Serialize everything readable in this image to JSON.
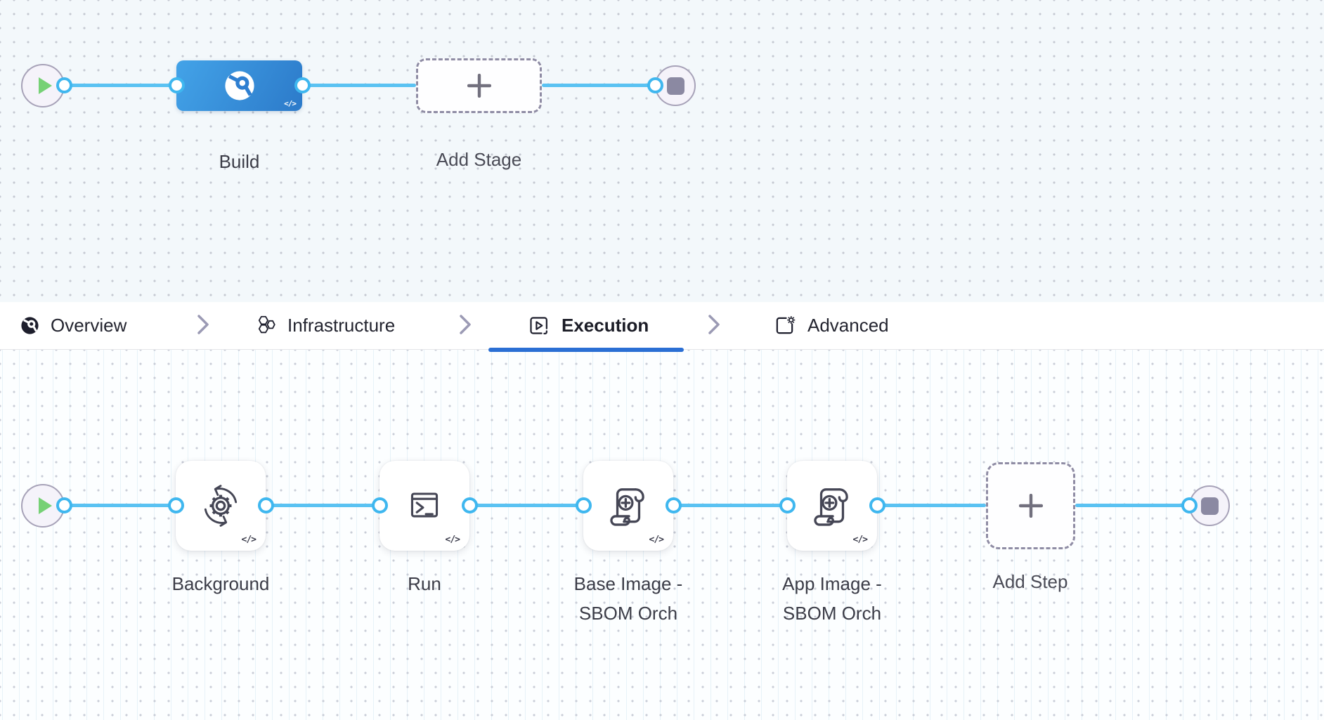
{
  "stage_pipeline": {
    "nodes": [
      {
        "id": "build",
        "label": "Build",
        "icon": "ci-build-icon",
        "code_badge": "</>"
      },
      {
        "id": "add-stage",
        "label": "Add Stage",
        "icon": "plus-icon"
      }
    ]
  },
  "tab_bar": {
    "tabs": [
      {
        "label": "Overview",
        "icon": "pipeline-overview-icon",
        "active": false
      },
      {
        "label": "Infrastructure",
        "icon": "hexagons-icon",
        "active": false
      },
      {
        "label": "Execution",
        "icon": "play-square-icon",
        "active": true
      },
      {
        "label": "Advanced",
        "icon": "file-gear-icon",
        "active": false
      }
    ]
  },
  "execution_pipeline": {
    "steps": [
      {
        "id": "background",
        "label": "Background",
        "icon": "gear-sync-icon",
        "code_badge": "</>"
      },
      {
        "id": "run",
        "label": "Run",
        "icon": "terminal-icon",
        "code_badge": "</>"
      },
      {
        "id": "base-image-sbom",
        "label_line1": "Base Image -",
        "label_line2": "SBOM Orch",
        "icon": "scroll-plus-icon",
        "code_badge": "</>"
      },
      {
        "id": "app-image-sbom",
        "label_line1": "App Image -",
        "label_line2": "SBOM Orch",
        "icon": "scroll-plus-icon",
        "code_badge": "</>"
      },
      {
        "id": "add-step",
        "label": "Add Step",
        "icon": "plus-icon"
      }
    ]
  },
  "colors": {
    "connector": "#5AC2F2",
    "port_ring": "#3FB7EF",
    "stage_gradient_start": "#43A3E8",
    "stage_gradient_end": "#2D7CCB",
    "active_tab_underline": "#2B6FD4",
    "canvas_top_bg": "#F3F8FB",
    "canvas_bottom_bg": "#FCFEFF",
    "start_play": "#76D175",
    "end_square": "#8B89A2"
  }
}
